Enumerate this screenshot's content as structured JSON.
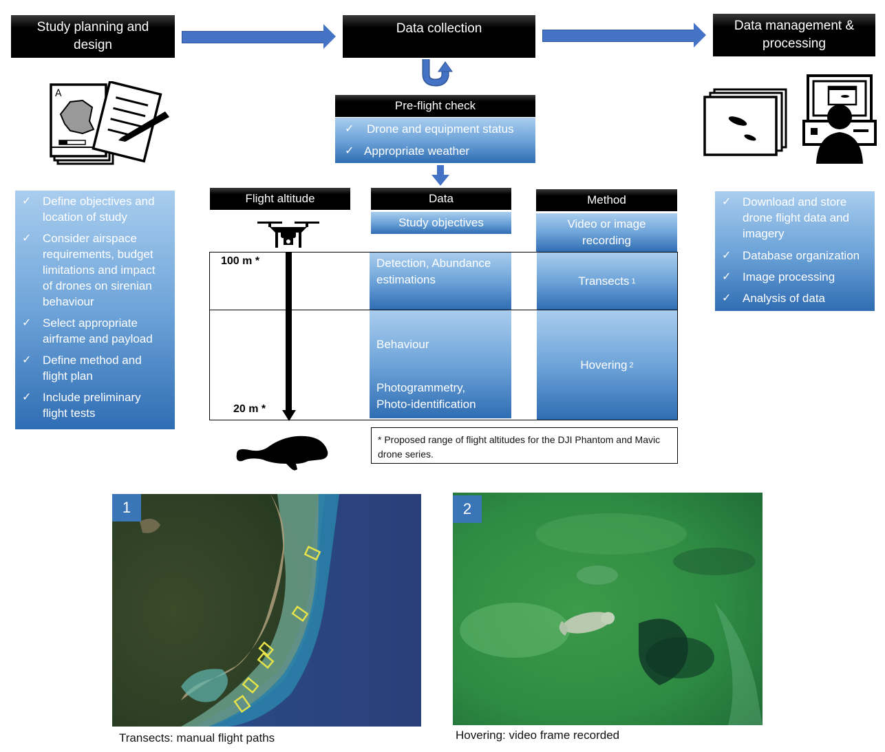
{
  "headers": {
    "planning": "Study planning and design",
    "collection": "Data collection",
    "management": "Data management & processing"
  },
  "preflight": {
    "title": "Pre-flight check",
    "items": [
      "Drone and equipment status",
      "Appropriate weather"
    ]
  },
  "planning_list": [
    "Define objectives and location of study",
    "Consider airspace requirements, budget limitations and impact of drones on sirenian behaviour",
    "Select appropriate airframe and payload",
    "Define method and flight plan",
    "Include preliminary flight tests"
  ],
  "management_list": [
    "Download and store drone flight data and imagery",
    "Database organization",
    "Image processing",
    "Analysis of data"
  ],
  "table": {
    "altitude_header": "Flight altitude",
    "data_header": "Data",
    "data_sub": "Study objectives",
    "method_header": "Method",
    "method_sub": "Video or image recording",
    "top_altitude": "100 m *",
    "bottom_altitude": "20 m *",
    "row1_data": "Detection, Abundance estimations",
    "row1_method": "Transects",
    "row1_method_sup": "1",
    "row2_data_a": "Behaviour",
    "row2_data_b": "Photogrammetry, Photo-identification",
    "row2_method": "Hovering",
    "row2_method_sup": "2"
  },
  "footnote": "* Proposed range of flight altitudes for the DJI Phantom and Mavic drone series.",
  "check_mark": "✓",
  "photos": [
    {
      "badge": "1",
      "caption": "Transects: manual flight paths"
    },
    {
      "badge": "2",
      "caption": "Hovering: video frame recorded"
    }
  ],
  "icons": [
    "map-document-icon",
    "drone-icon",
    "manatee-icon",
    "image-stack-icon",
    "computer-user-icon",
    "u-turn-arrow-icon"
  ],
  "colors": {
    "header_bg": "#000000",
    "box_blue_light": "#a9cdee",
    "box_blue_dark": "#2f6db3",
    "arrow_blue": "#4472c4",
    "badge_blue": "#3a75b7",
    "transect_yellow": "#e6e24a"
  }
}
